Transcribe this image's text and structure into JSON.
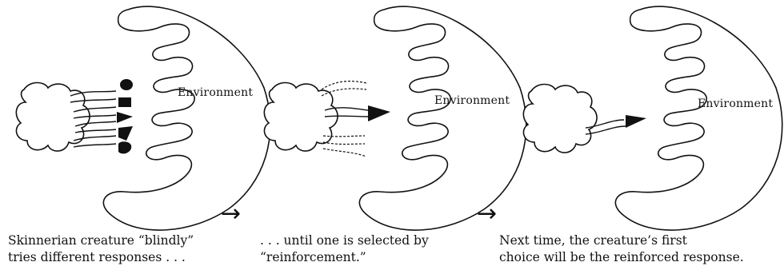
{
  "panels": [
    {
      "environment_label": "Environment",
      "caption_line1": "Skinnerian creature “blindly”",
      "caption_line2": "tries different responses . . ."
    },
    {
      "environment_label": "Environment",
      "caption_line1": ". . . until one is selected by",
      "caption_line2": "“reinforcement.”"
    },
    {
      "environment_label": "Environment",
      "caption_line1": "Next time, the creature’s first",
      "caption_line2": "choice will be the reinforced response."
    }
  ],
  "arrows": [
    "→",
    "→"
  ],
  "icon_names": [
    "creature-blob-icon",
    "environment-shape-icon",
    "response-tentacle-icon",
    "arrow-right-icon"
  ]
}
